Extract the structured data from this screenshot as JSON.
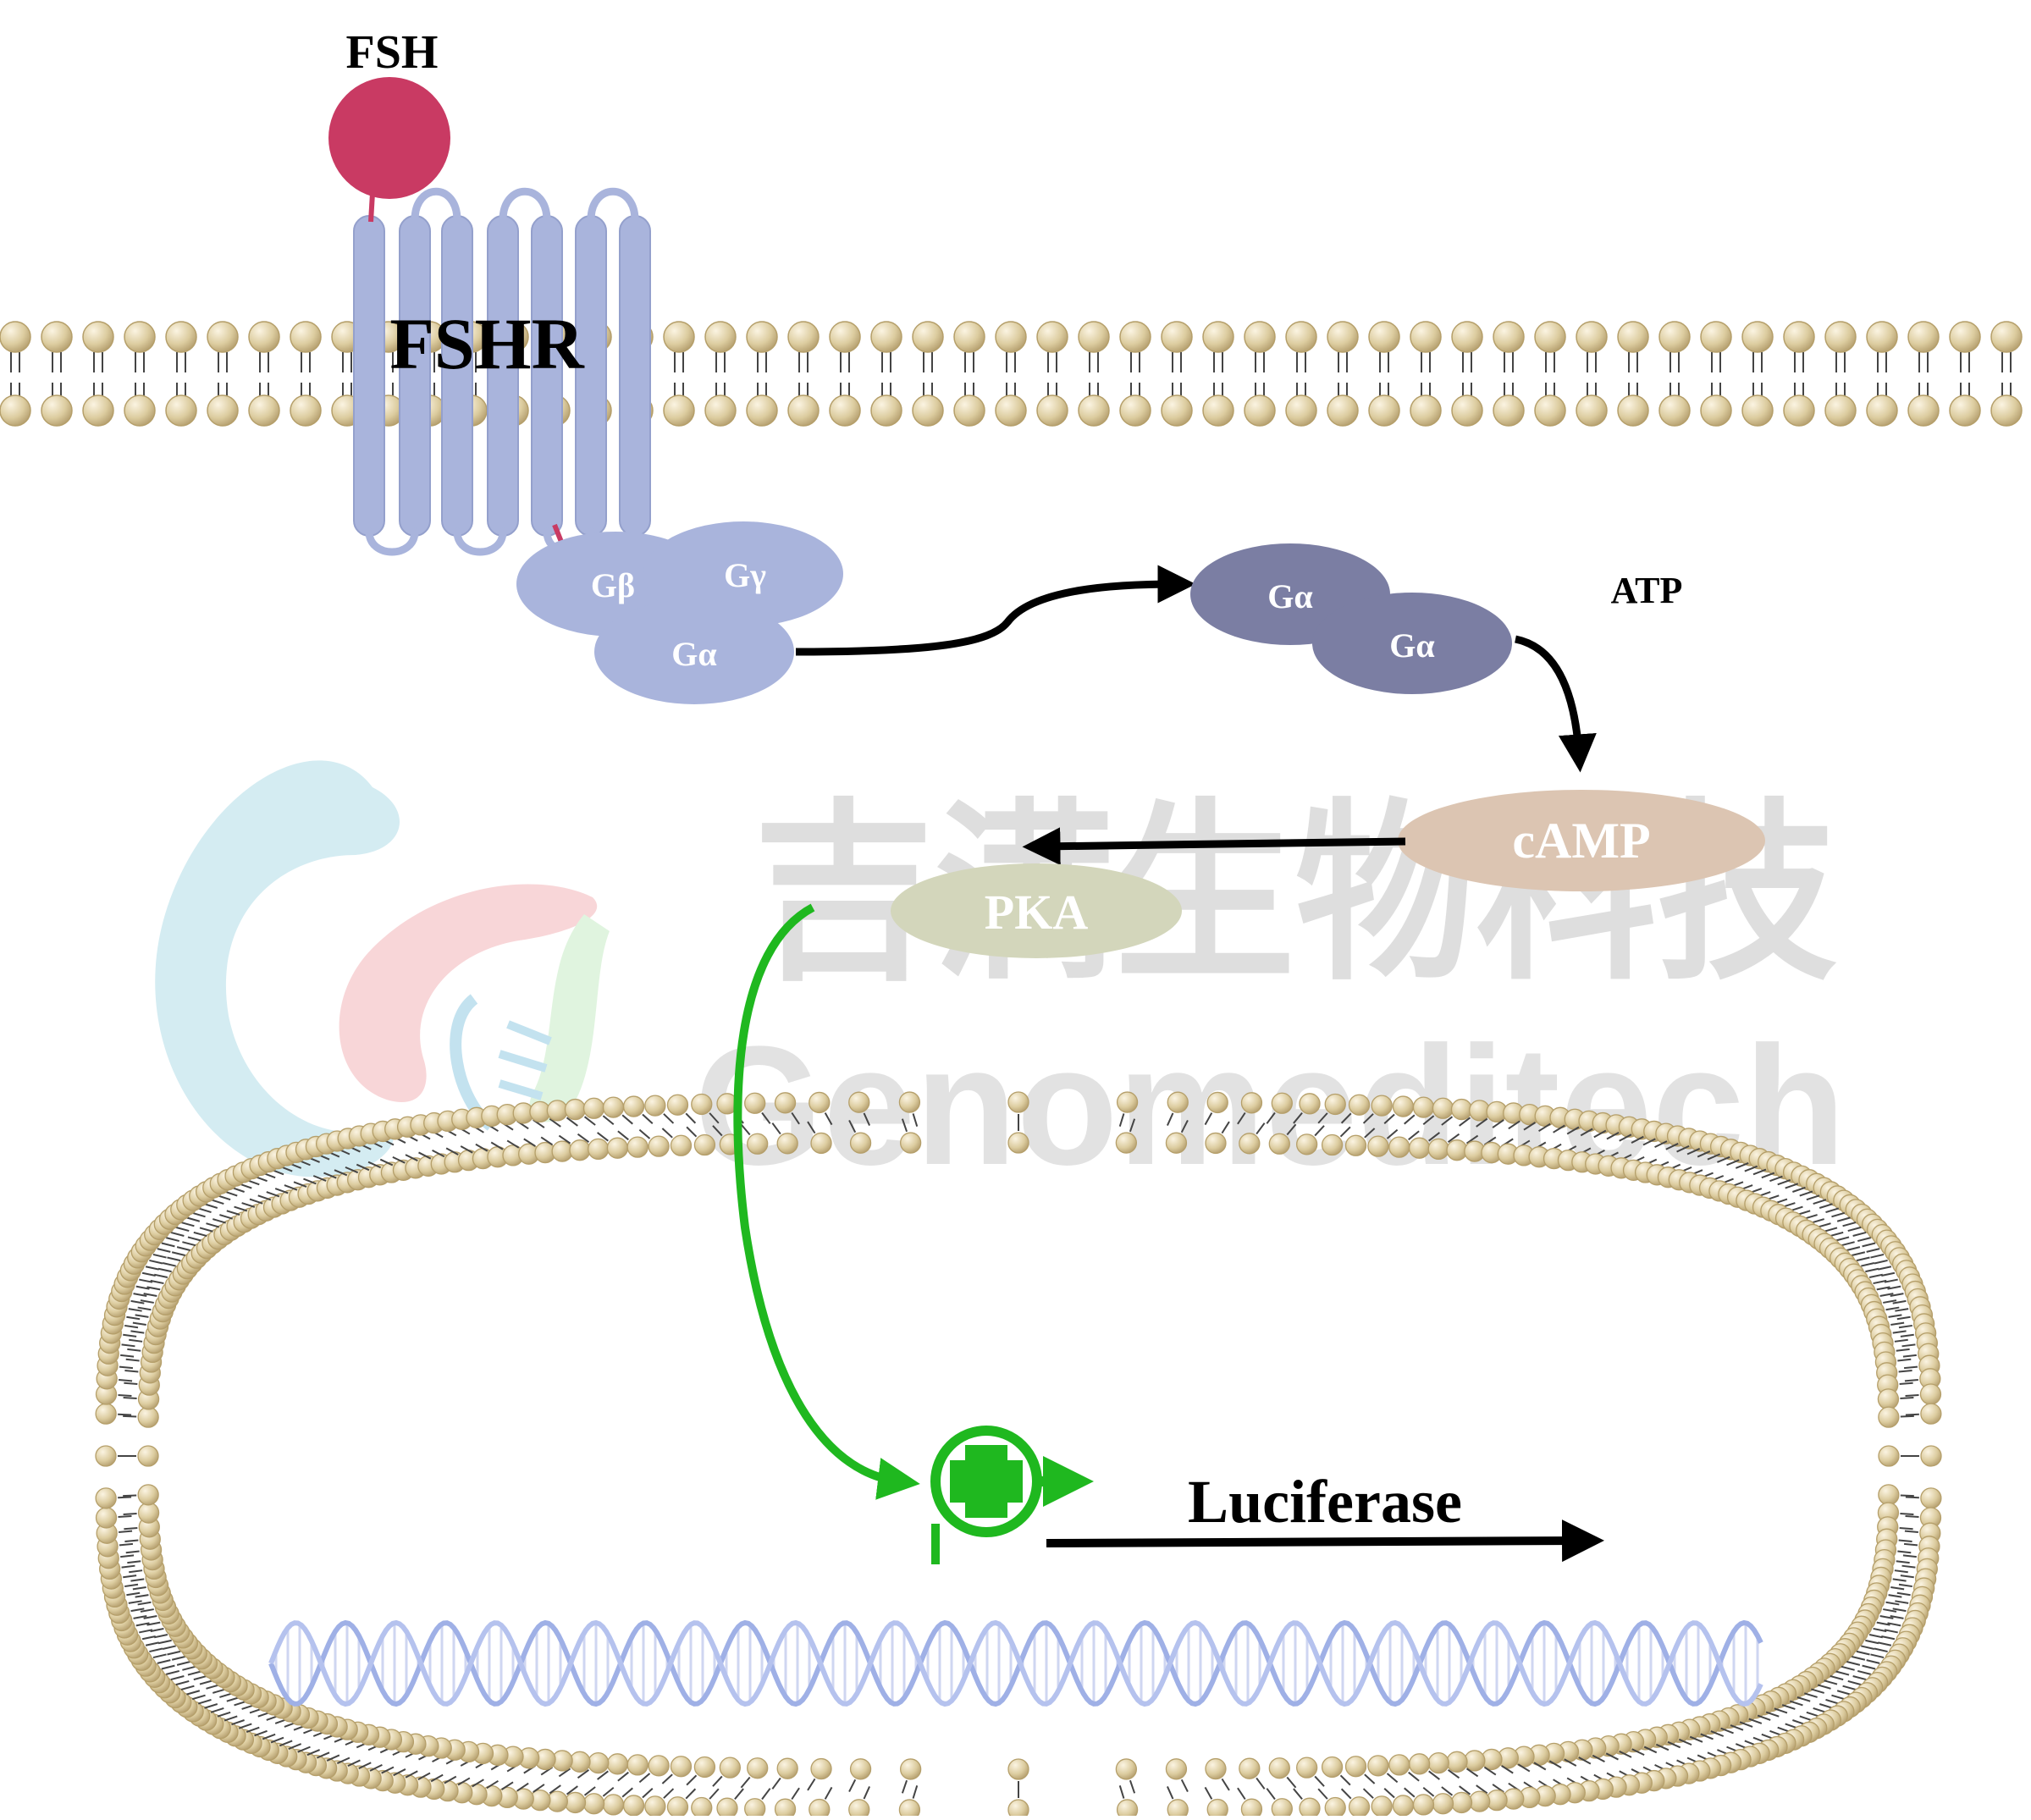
{
  "labels": {
    "fsh": "FSH",
    "fshr": "FSHR",
    "g_beta": "Gβ",
    "g_gamma": "Gγ",
    "g_alpha": "Gα",
    "g_alpha_dimer_1": "Gα",
    "g_alpha_dimer_2": "Gα",
    "atp": "ATP",
    "camp": "cAMP",
    "pka": "PKA",
    "luciferase": "Luciferase"
  },
  "watermark": {
    "chinese": "吉满生物科技",
    "latin": "Genomeditech"
  },
  "colors": {
    "fsh": "#c93a63",
    "receptor": "#a9b4dc",
    "g_protein": "#a9b4dc",
    "g_alpha_active": "#7b7ea3",
    "camp": "#dcc5b2",
    "pka": "#d3d6bb",
    "activation": "#1fb81f",
    "arrow": "#000000",
    "lipid_head": "#d9c9a0",
    "dna": "#aab8e8"
  },
  "icons": {
    "plus": "plus-in-circle-icon"
  }
}
